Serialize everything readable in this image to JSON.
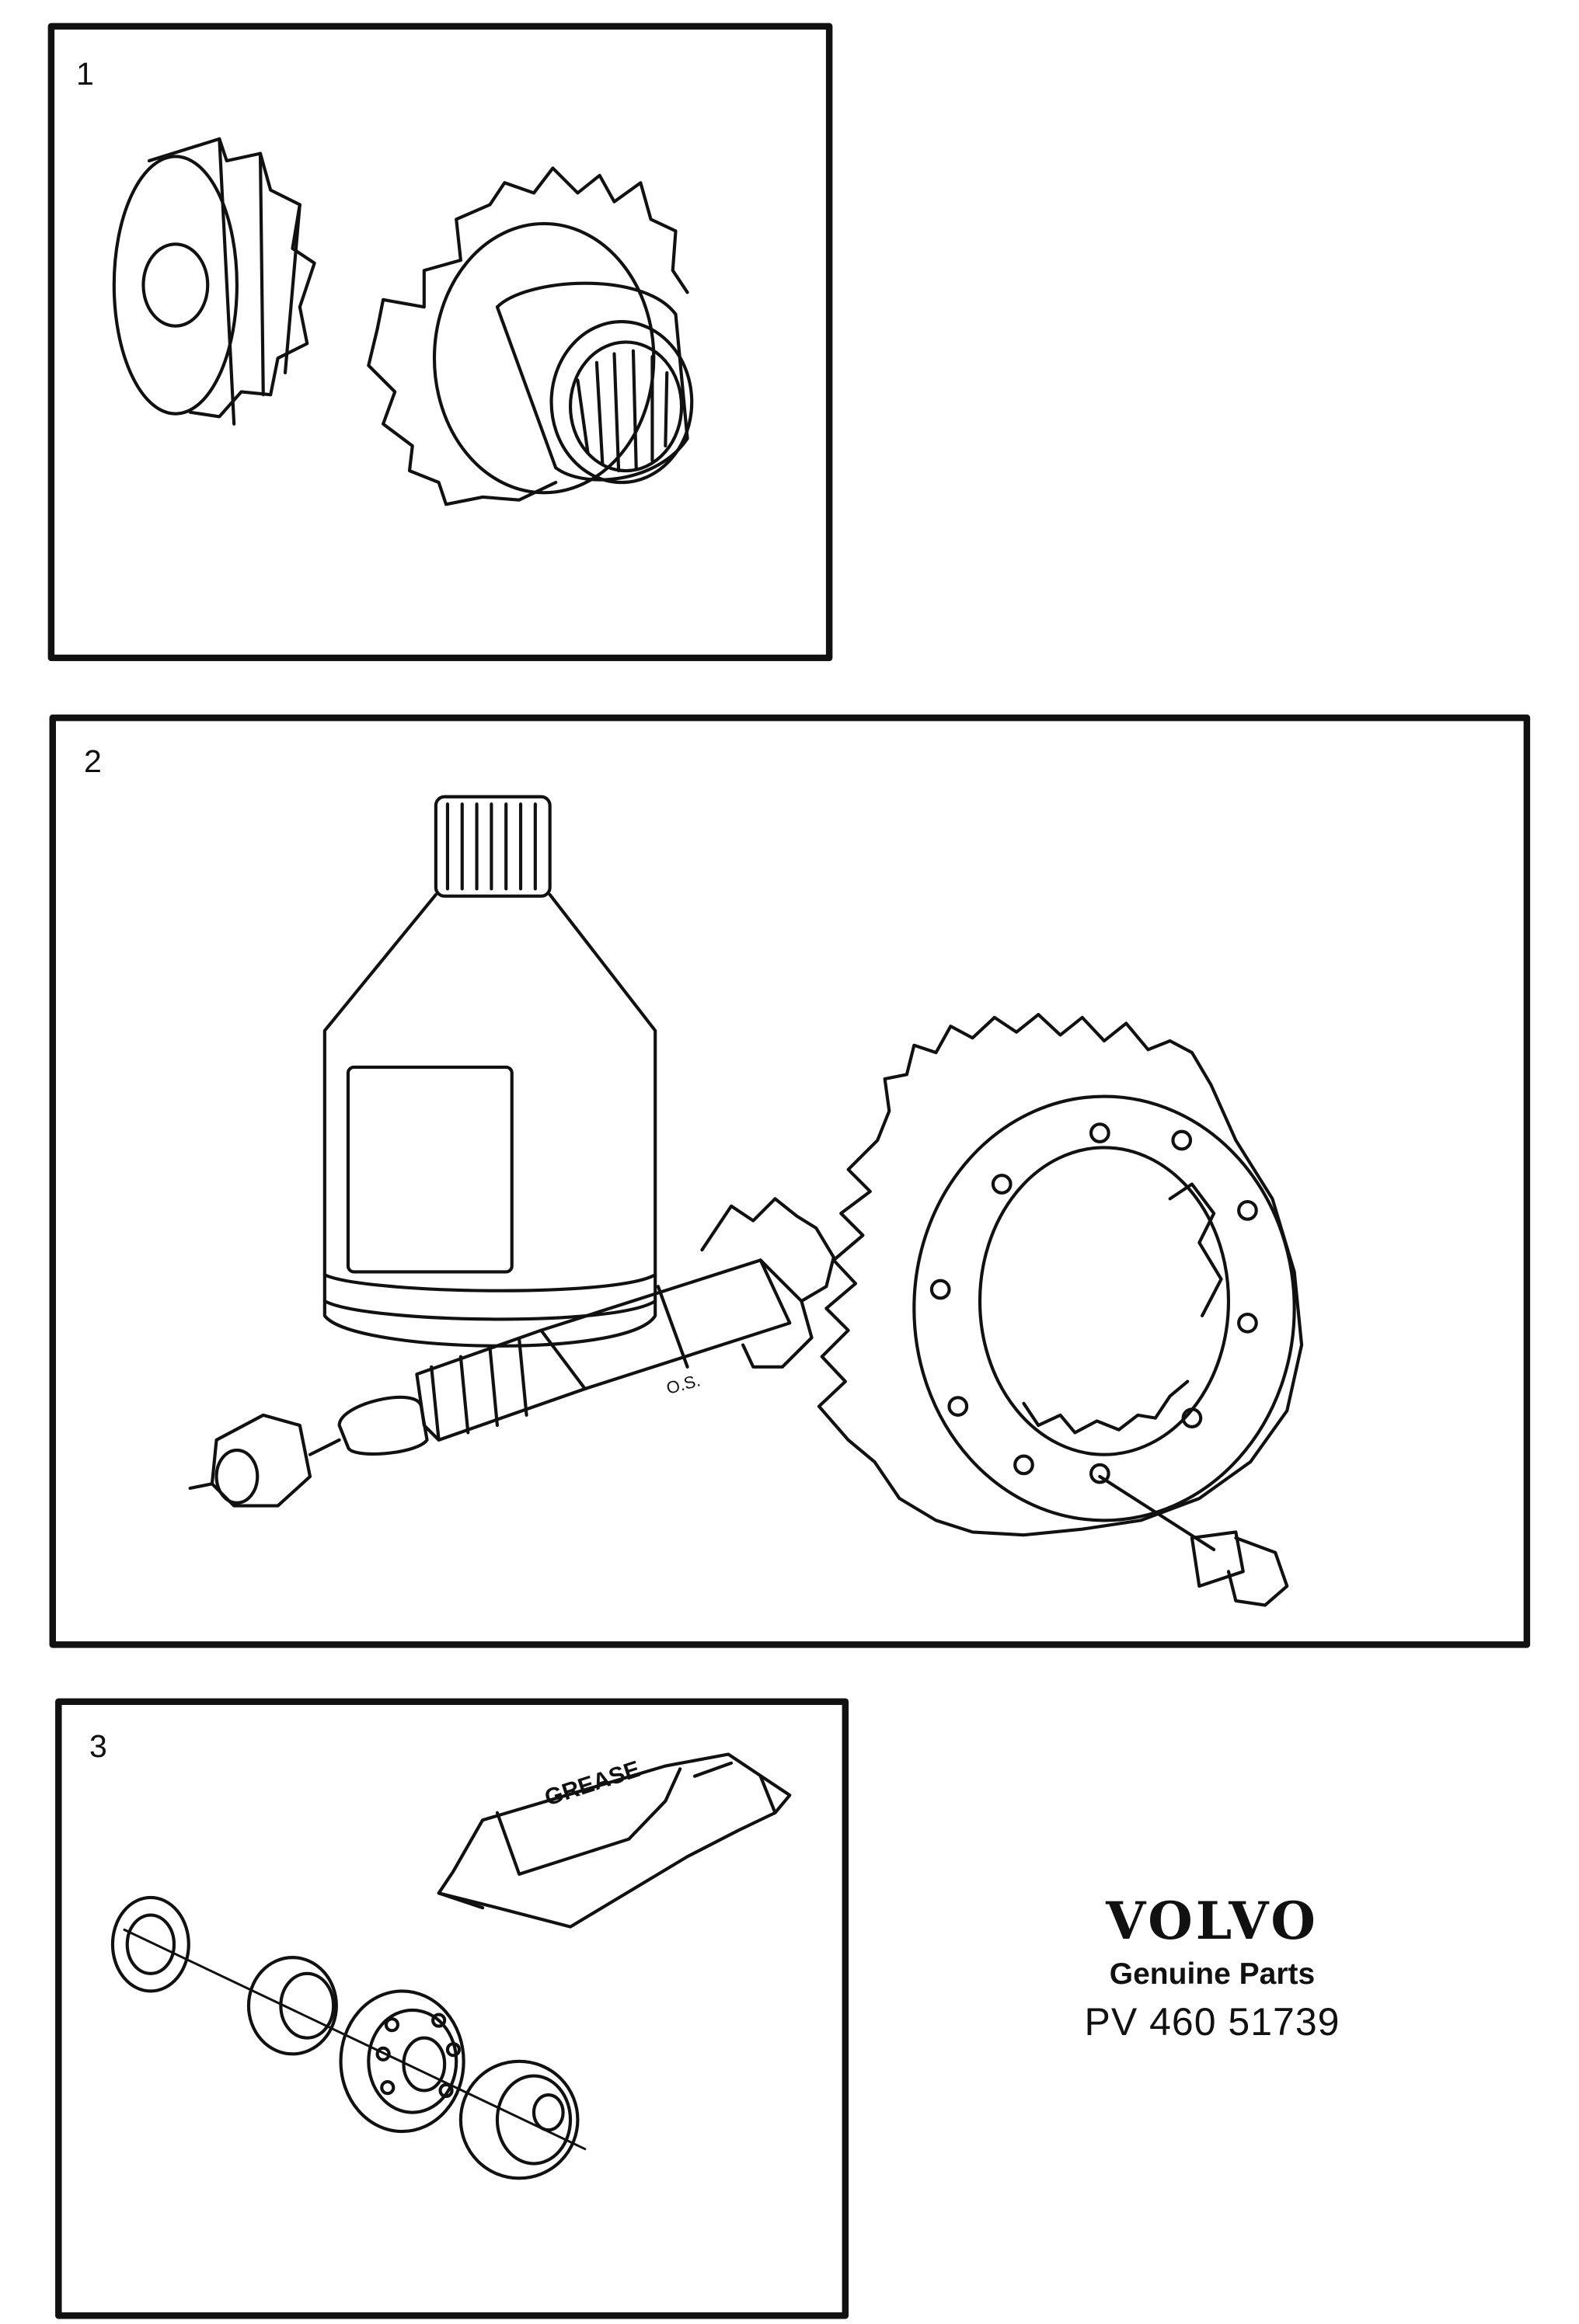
{
  "panels": [
    {
      "number": "1"
    },
    {
      "number": "2"
    },
    {
      "number": "3"
    }
  ],
  "tube_label": "GREASE",
  "shaft_mark": "O.S.",
  "brand": {
    "logo": "VOLVO",
    "tagline": "Genuine Parts",
    "code": "PV 460 51739"
  }
}
